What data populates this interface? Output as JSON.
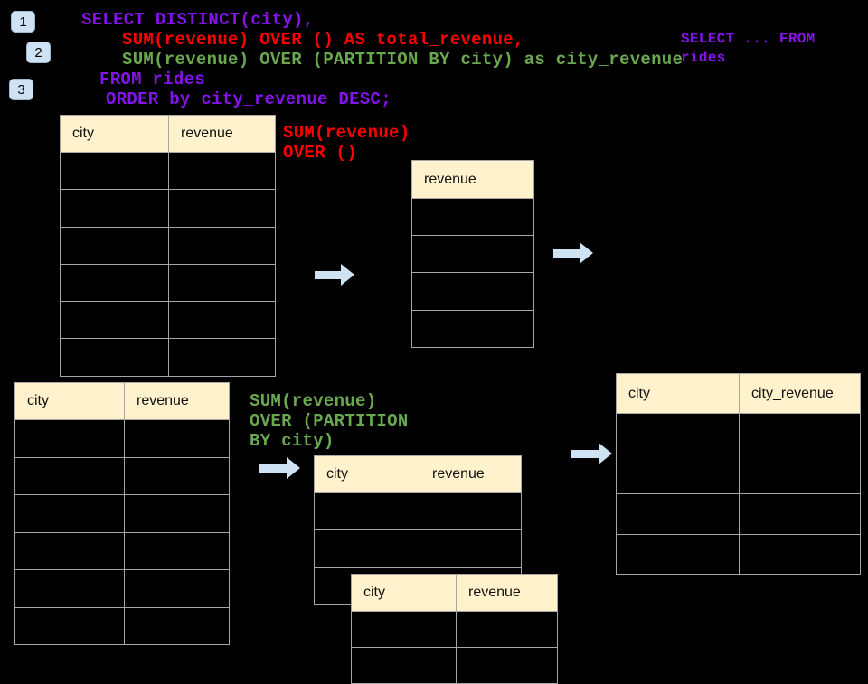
{
  "colors": {
    "background": "#000000",
    "sql_purple": "#8413EC",
    "sql_red": "#FF0000",
    "sql_green": "#6AA84F",
    "table_header_bg": "#FFF2CC",
    "table_border": "#A6A6A6",
    "arrow_fill": "#CFE2F3",
    "badge_bg": "#CFE2F3"
  },
  "badges": [
    {
      "label": "1"
    },
    {
      "label": "2"
    },
    {
      "label": "3"
    }
  ],
  "sql_main": {
    "lines": [
      {
        "text": "SELECT DISTINCT(city),",
        "color": "purple"
      },
      {
        "text": "SUM(revenue) OVER () AS total_revenue,",
        "color": "red"
      },
      {
        "text": "SUM(revenue) OVER (PARTITION BY city) as city_revenue",
        "color": "green"
      },
      {
        "text": "FROM rides",
        "color": "purple"
      },
      {
        "text": "ORDER by city_revenue DESC;",
        "color": "purple"
      }
    ]
  },
  "sql_side": {
    "lines": [
      {
        "text": "SELECT ... FROM"
      },
      {
        "text": "rides"
      }
    ]
  },
  "annotation_total": {
    "lines": [
      {
        "text": "SUM(revenue)"
      },
      {
        "text": "OVER ()"
      }
    ]
  },
  "annotation_partition": {
    "lines": [
      {
        "text": "SUM(revenue)"
      },
      {
        "text": "OVER (PARTITION"
      },
      {
        "text": "BY city)"
      }
    ]
  },
  "tables": {
    "source_top": {
      "headers": [
        "city",
        "revenue"
      ],
      "row_count": 6
    },
    "total_revenue": {
      "headers": [
        "revenue"
      ],
      "row_count": 4
    },
    "source_bottom": {
      "headers": [
        "city",
        "revenue"
      ],
      "row_count": 6
    },
    "partition_a": {
      "headers": [
        "city",
        "revenue"
      ],
      "row_count": 3
    },
    "partition_b": {
      "headers": [
        "city",
        "revenue"
      ],
      "row_count": 2
    },
    "result": {
      "headers": [
        "city",
        "city_revenue"
      ],
      "row_count": 4
    }
  },
  "icons": {
    "flow_arrow": "arrow-right"
  }
}
